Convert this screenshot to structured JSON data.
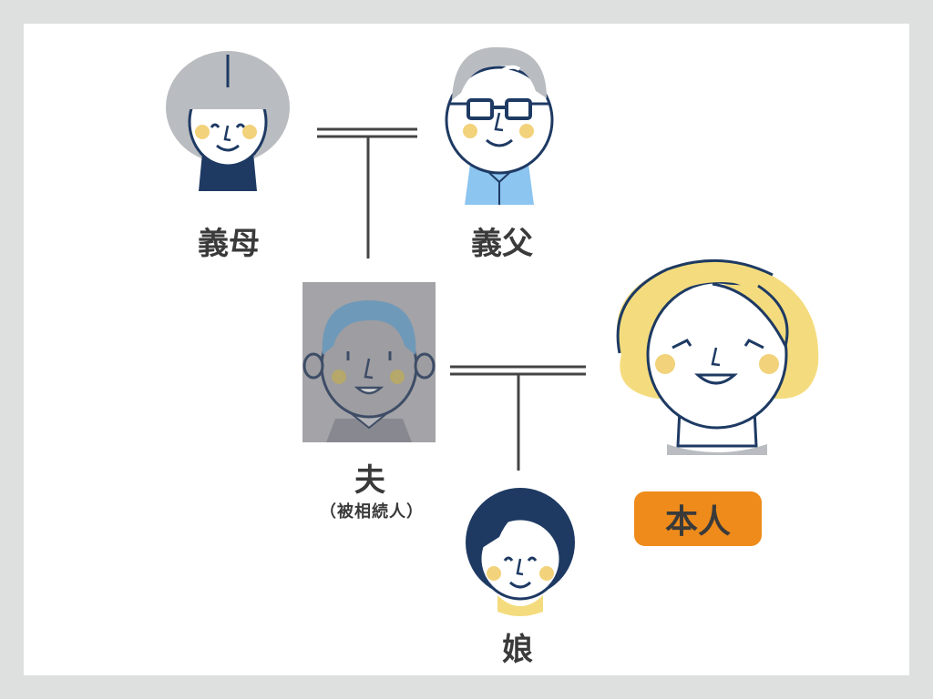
{
  "labels": {
    "mother_in_law": "義母",
    "father_in_law": "義父",
    "husband": "夫",
    "husband_note": "（被相続人）",
    "self": "本人",
    "daughter": "娘"
  },
  "colors": {
    "background": "#dedfdf",
    "panel": "#ffffff",
    "line": "#444444",
    "outline": "#1e3a63",
    "self_badge": "#ee8b1b",
    "cheek": "#f2d27a",
    "hair_grey": "#b9bcc0",
    "hair_blonde": "#f4dc7e",
    "shirt_blue": "#8cc5f0",
    "husband_overlay": "#9d9da2",
    "husband_hair": "#6f99b8"
  },
  "icons": {
    "mother_in_law": "grey-haired-woman-avatar",
    "father_in_law": "grey-haired-man-with-glasses-avatar",
    "husband": "deceased-man-avatar",
    "self": "blonde-woman-avatar",
    "daughter": "girl-avatar"
  }
}
